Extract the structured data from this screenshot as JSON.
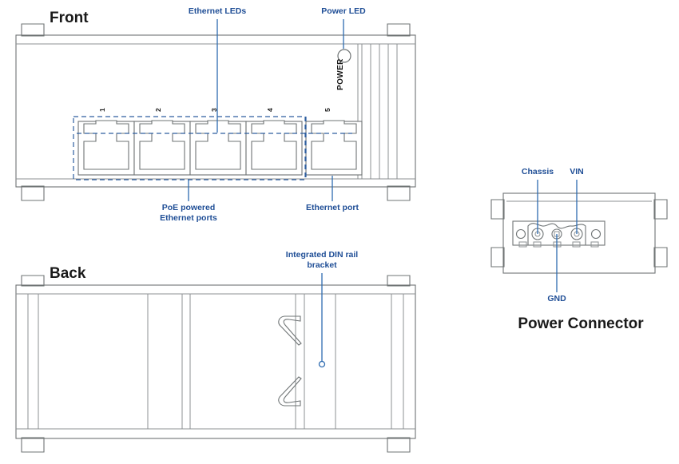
{
  "diagram": {
    "title_front": "Front",
    "title_back": "Back",
    "title_power_connector": "Power Connector",
    "accent_color": "#1f4e96",
    "leader_color": "#2e6bb0",
    "outline_color": "#6f7475",
    "dash_color": "#2d5d9f"
  },
  "front_view": {
    "label": "Front",
    "callouts": [
      {
        "id": "ethernet-leds",
        "text": "Ethernet LEDs"
      },
      {
        "id": "power-led",
        "text": "Power LED"
      },
      {
        "id": "poe-ports",
        "line1": "PoE powered",
        "line2": "Ethernet ports"
      },
      {
        "id": "ethernet-port",
        "text": "Ethernet port"
      }
    ],
    "power_led_text": "POWER",
    "ports": [
      {
        "number": "1",
        "poe": true
      },
      {
        "number": "2",
        "poe": true
      },
      {
        "number": "3",
        "poe": true
      },
      {
        "number": "4",
        "poe": true
      },
      {
        "number": "5",
        "poe": false
      }
    ],
    "vent_slot_count": 5
  },
  "back_view": {
    "label": "Back",
    "callouts": [
      {
        "id": "din-rail-bracket",
        "line1": "Integrated DIN rail",
        "line2": "bracket"
      }
    ]
  },
  "power_connector_view": {
    "title": "Power Connector",
    "callouts": [
      {
        "id": "chassis",
        "text": "Chassis"
      },
      {
        "id": "vin",
        "text": "VIN"
      },
      {
        "id": "gnd",
        "text": "GND"
      }
    ],
    "terminal_count": 3,
    "terminals": [
      {
        "name": "Chassis",
        "position": "left"
      },
      {
        "name": "GND",
        "position": "center"
      },
      {
        "name": "VIN",
        "position": "right"
      }
    ]
  }
}
